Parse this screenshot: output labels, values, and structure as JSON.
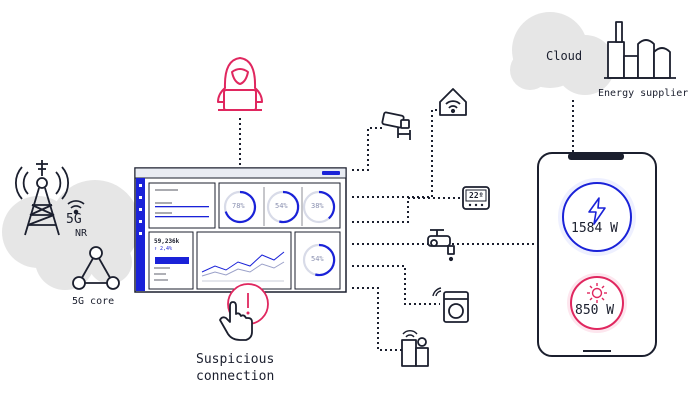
{
  "labels": {
    "fiveg": "5G",
    "nr": "NR",
    "fiveg_core": "5G core",
    "cloud": "Cloud",
    "energy_supplier": "Energy supplier",
    "suspicious_line1": "Suspicious",
    "suspicious_line2": "connection",
    "thermostat_reading": "22º",
    "warning_mark": "!"
  },
  "dashboard": {
    "gauges": [
      "78%",
      "54%",
      "38%",
      "54%"
    ],
    "total_value": "59,236k",
    "total_change": "↑ 2,4%"
  },
  "phone": {
    "consumption_value": "1584 W",
    "solar_value": "850 W"
  },
  "colors": {
    "dark": "#1b1f2e",
    "accent_blue": "#1a22d8",
    "alert_red": "#e0275f",
    "cloud_gray": "#e6e6e6"
  }
}
